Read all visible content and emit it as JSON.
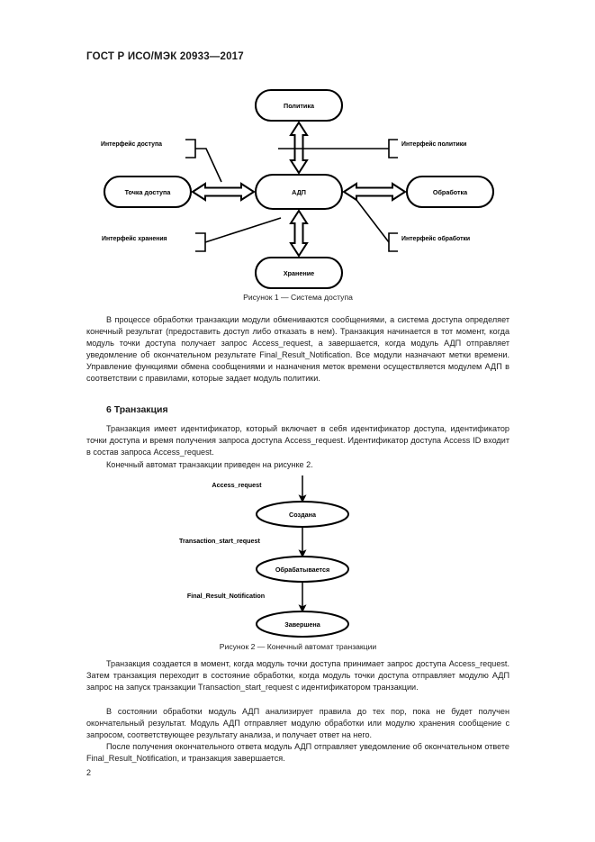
{
  "document": {
    "header": "ГОСТ Р ИСО/МЭК 20933—2017",
    "page_number": "2"
  },
  "figure1": {
    "caption": "Рисунок 1 — Система доступа",
    "nodes": {
      "policy": "Политика",
      "access_point": "Точка доступа",
      "adp": "АДП",
      "processing": "Обработка",
      "storage": "Хранение"
    },
    "interfaces": {
      "access": "Интерфейс доступа",
      "policy": "Интерфейс политики",
      "storage": "Интерфейс хранения",
      "processing": "Интерфейс обработки"
    }
  },
  "figure2": {
    "caption": "Рисунок 2 — Конечный автомат транзакции",
    "states": {
      "created": "Создана",
      "processing": "Обрабатывается",
      "completed": "Завершена"
    },
    "transitions": {
      "t1": "Access_request",
      "t2": "Transaction_start_request",
      "t3": "Final_Result_Notification"
    }
  },
  "body": {
    "para1": "В процессе обработки транзакции модули обмениваются сообщениями, а система доступа определяет конечный результат (предоставить доступ либо отказать в нем). Транзакция начинается в тот момент, когда модуль точки доступа получает запрос Access_request, а завершается, когда модуль АДП отправляет уведомление об окончательном результате Final_Result_Notification. Все модули назначают метки времени. Управление функциями обмена сообщениями и назначения меток времени осуществляется модулем АДП в соответствии с правилами, которые задает модуль политики.",
    "heading6": "6 Транзакция",
    "para2": "Транзакция имеет идентификатор, который включает в себя идентификатор доступа, идентификатор точки доступа и время получения запроса доступа Access_request. Идентификатор доступа Access ID входит в состав запроса Access_request.",
    "para3": "Конечный автомат транзакции приведен на рисунке 2.",
    "para4": "Транзакция создается в момент, когда модуль точки доступа принимает запрос доступа Access_request. Затем транзакция переходит в состояние обработки, когда модуль точки доступа отправляет модулю АДП запрос на запуск транзакции Transaction_start_request с идентификатором транзакции.",
    "para5": "В состоянии обработки модуль АДП анализирует правила до тех пор, пока не будет получен окончательный результат. Модуль АДП отправляет модулю обработки или модулю хранения сообщение с запросом, соответствующее результату анализа, и получает ответ на него.",
    "para6": "После получения окончательного ответа модуль АДП отправляет уведомление об окончательном ответе Final_Result_Notification, и транзакция завершается."
  }
}
